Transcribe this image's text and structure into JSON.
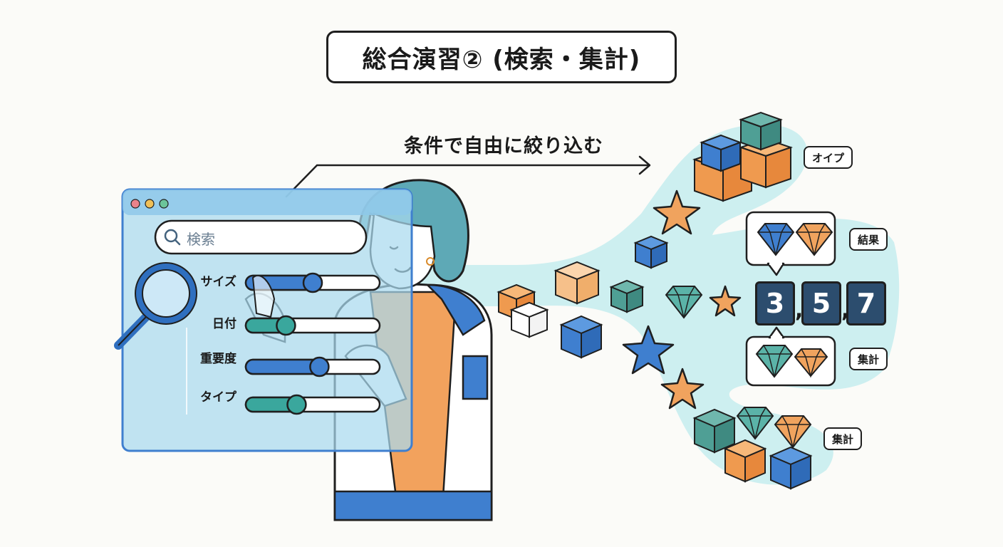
{
  "title": "総合演習② (検索・集計)",
  "caption": "条件で自由に絞り込む",
  "search": {
    "placeholder": "検索",
    "icon": "search-icon"
  },
  "filters": [
    {
      "label": "サイズ",
      "value": 0.5
    },
    {
      "label": "日付",
      "value": 0.3
    },
    {
      "label": "重要度",
      "value": 0.55
    },
    {
      "label": "タイプ",
      "value": 0.38
    }
  ],
  "tags": {
    "type": "オイプ",
    "result": "結果",
    "aggregate": "集計",
    "aggregate_bottom": "集計"
  },
  "counter": {
    "digits": [
      "3",
      "5",
      "7"
    ],
    "separator": ","
  },
  "colors": {
    "accent_blue": "#3f7fcf",
    "accent_teal": "#3aa79d",
    "orange": "#f0a35e",
    "stream": "#cdeff0",
    "panel": "#bfe3f0",
    "counter_bg": "#2c4d6e"
  }
}
